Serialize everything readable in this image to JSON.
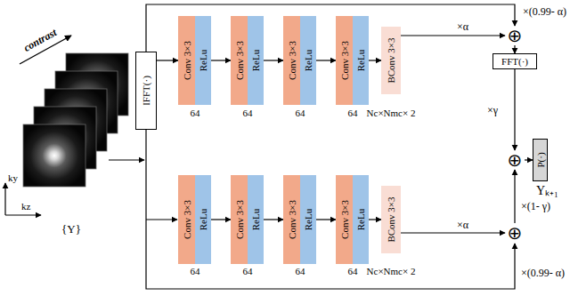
{
  "diagram": {
    "nodes": [
      {
        "text": [
          "IFFT(·)"
        ]
      },
      {
        "text": [
          "Conv 3×3"
        ]
      },
      {
        "text": [
          "ReLu"
        ]
      },
      {
        "text": [
          "Conv 3×3"
        ]
      },
      {
        "text": [
          "ReLu"
        ]
      },
      {
        "text": [
          "Conv 3×3"
        ]
      },
      {
        "text": [
          "ReLu"
        ]
      },
      {
        "text": [
          "Conv 3×3"
        ]
      },
      {
        "text": [
          "ReLu"
        ]
      },
      {
        "text": [
          "BConv 3×3"
        ]
      },
      {
        "text": [
          "⊕"
        ]
      },
      {
        "text": [
          "FFT(·)"
        ]
      },
      {
        "text": [
          "⊕"
        ]
      },
      {
        "text": [
          "P(·)"
        ]
      },
      {
        "text": [
          "Conv 3×3"
        ]
      },
      {
        "text": [
          "ReLu"
        ]
      },
      {
        "text": [
          "Conv 3×3"
        ]
      },
      {
        "text": [
          "ReLu"
        ]
      },
      {
        "text": [
          "Conv 3×3"
        ]
      },
      {
        "text": [
          "ReLu"
        ]
      },
      {
        "text": [
          "Conv 3×3"
        ]
      },
      {
        "text": [
          "ReLu"
        ]
      },
      {
        "text": [
          "BConv 3×3"
        ]
      },
      {
        "text": [
          "⊕"
        ]
      }
    ],
    "edges": [
      {
        "from": 0,
        "to": 1,
        "arrow": "to"
      },
      {
        "from": 2,
        "to": 3,
        "arrow": "to"
      },
      {
        "from": 4,
        "to": 5,
        "arrow": "to"
      },
      {
        "from": 6,
        "to": 7,
        "arrow": "to"
      },
      {
        "from": 8,
        "to": 9,
        "arrow": "to"
      },
      {
        "from": 9,
        "to": 10,
        "label": "×α",
        "arrow": "to"
      },
      {
        "from": 0,
        "to": 10,
        "label": "×(0.99- α)",
        "arrow": "to"
      },
      {
        "from": 10,
        "to": 11,
        "arrow": "to"
      },
      {
        "from": 11,
        "to": 12,
        "label": "×γ",
        "arrow": "to"
      },
      {
        "from": 12,
        "to": 13,
        "arrow": "to"
      },
      {
        "from": 15,
        "to": 16,
        "arrow": "to"
      },
      {
        "from": 17,
        "to": 18,
        "arrow": "to"
      },
      {
        "from": 19,
        "to": 20,
        "arrow": "to"
      },
      {
        "from": 21,
        "to": 22,
        "arrow": "to"
      },
      {
        "from": 22,
        "to": 23,
        "label": "×α",
        "arrow": "to"
      },
      {
        "from": 23,
        "to": 12,
        "label": "×(1- γ)",
        "arrow": "to"
      }
    ],
    "labels": [
      "contrast",
      "ky",
      "kz",
      "{Y}",
      "64",
      "64",
      "64",
      "64",
      "Nc×Nmc× 2",
      "64",
      "64",
      "64",
      "64",
      "Nc×Nmc× 2",
      "×(0.99- α)",
      "Yₖ₊₁"
    ]
  }
}
